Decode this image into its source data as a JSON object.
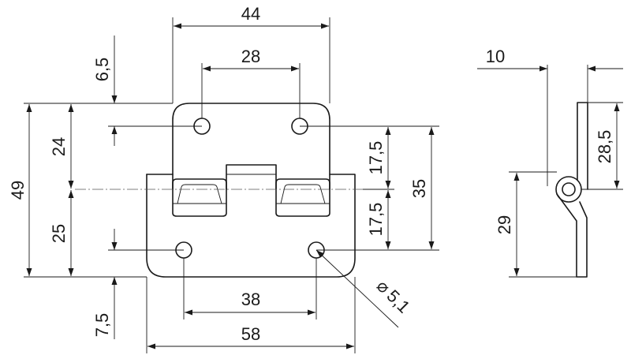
{
  "dimensions": {
    "top_width": "44",
    "upper_hole_pitch": "28",
    "upper_hole_offset": "6,5",
    "overall_height": "49",
    "upper_height": "24",
    "lower_height": "25",
    "upper_hole_to_axis": "17,5",
    "lower_hole_to_axis": "17,5",
    "hole_span_vertical": "35",
    "lower_hole_pitch": "38",
    "bottom_width": "58",
    "lower_hole_offset": "7,5",
    "hole_diameter": "5,1",
    "side_thickness": "10",
    "side_upper_leaf": "28,5",
    "side_lower_leaf": "29"
  },
  "symbols": {
    "diameter": "⌀"
  }
}
